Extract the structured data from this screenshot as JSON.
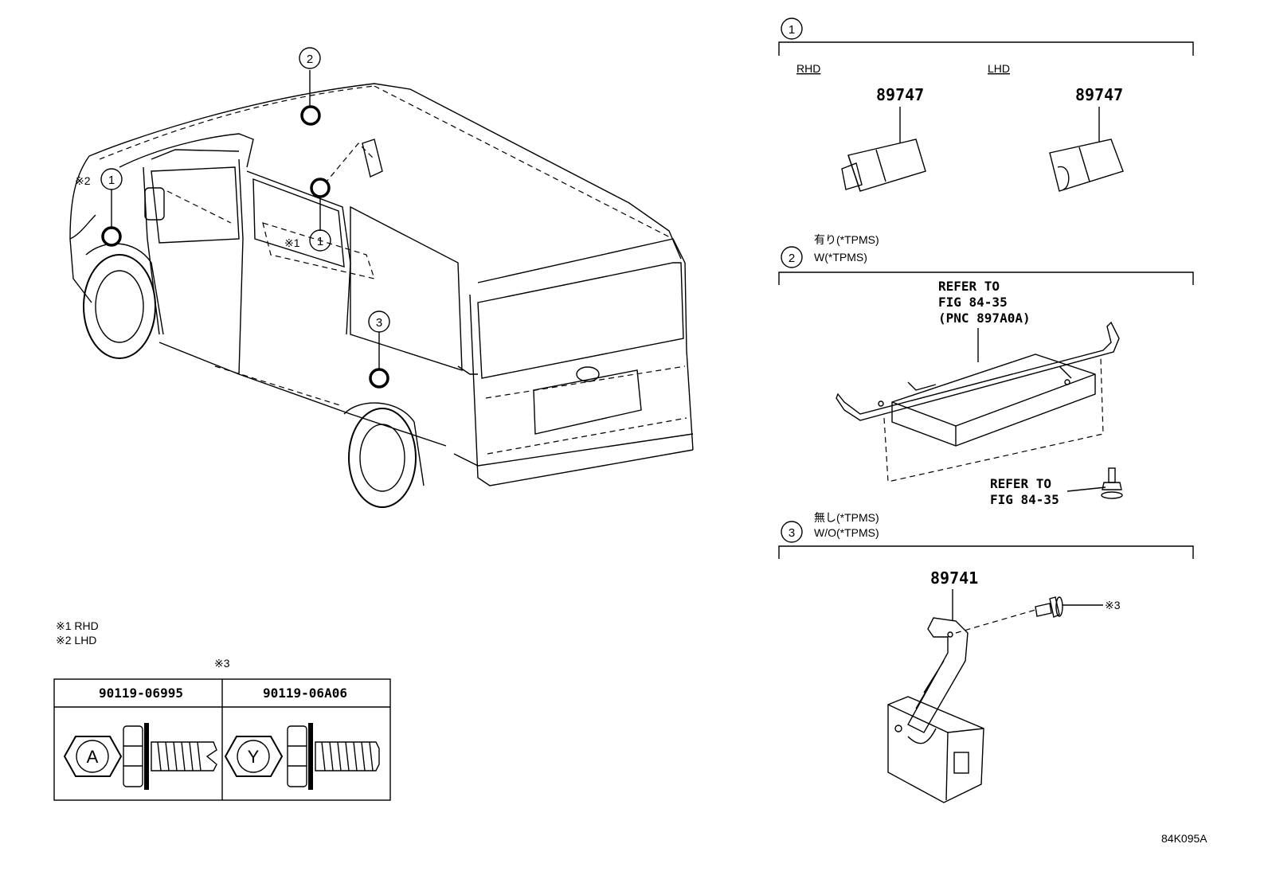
{
  "callouts": {
    "c1": "1",
    "c2": "2",
    "c3": "3"
  },
  "vehicle_marks": {
    "star2": "※2",
    "star1": "※1"
  },
  "section1": {
    "number": "1",
    "rhd_label": "RHD",
    "lhd_label": "LHD",
    "rhd_part": "89747",
    "lhd_part": "89747"
  },
  "section2": {
    "number": "2",
    "jp_label": "有り(*TPMS)",
    "en_label": "W(*TPMS)",
    "refer1_line1": "REFER TO",
    "refer1_line2": "FIG 84-35",
    "refer1_line3": "(PNC 897A0A)",
    "refer2_line1": "REFER TO",
    "refer2_line2": "FIG 84-35"
  },
  "section3": {
    "number": "3",
    "jp_label": "無し(*TPMS)",
    "en_label": "W/O(*TPMS)",
    "part": "89741",
    "bolt_mark": "※3"
  },
  "notes": {
    "note1": "※1 RHD",
    "note2": "※2 LHD"
  },
  "bolt_table": {
    "mark": "※3",
    "columns": [
      {
        "part": "90119-06995",
        "head_letter": "A"
      },
      {
        "part": "90119-06A06",
        "head_letter": "Y"
      }
    ]
  },
  "figure_code": "84K095A"
}
